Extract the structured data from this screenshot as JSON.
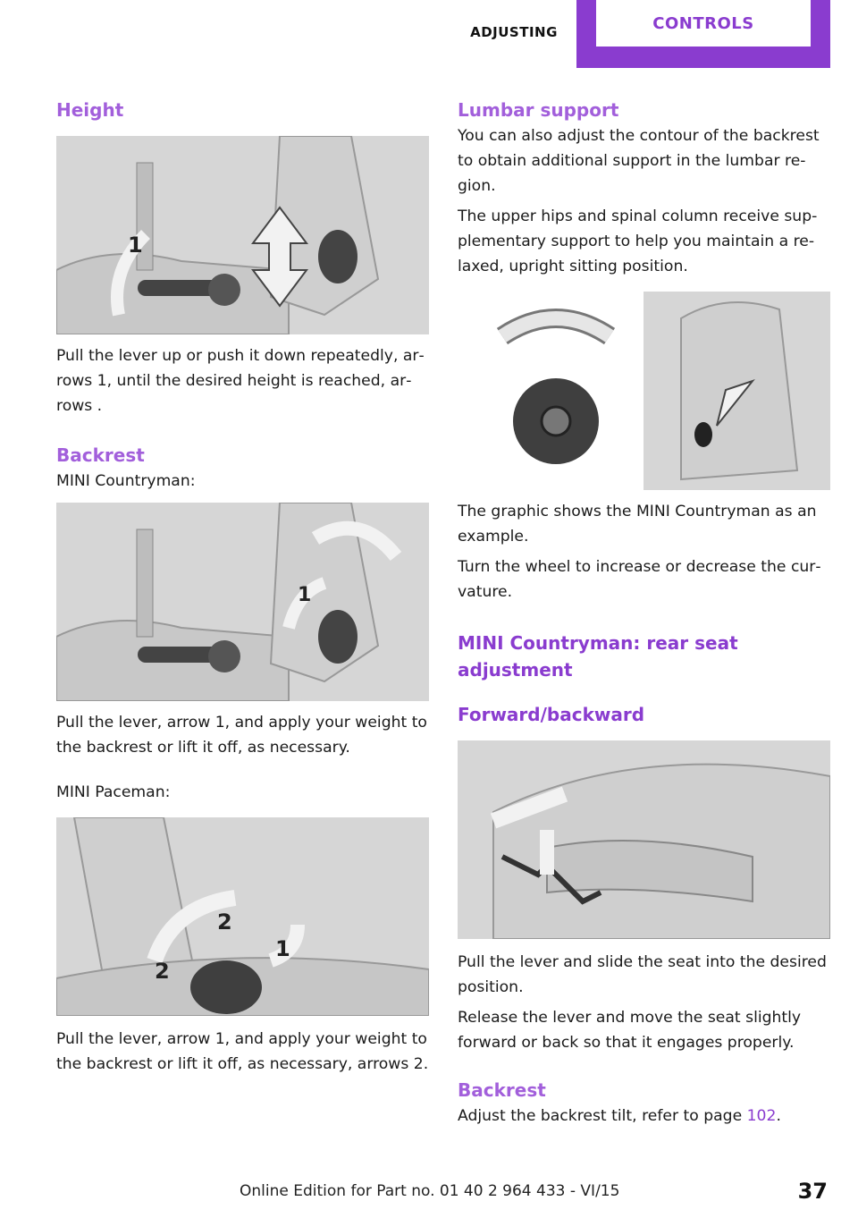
{
  "header": {
    "section": "ADJUSTING",
    "chapter": "CONTROLS"
  },
  "left": {
    "height_heading": "Height",
    "height_text": "Pull the lever up or push it down repeatedly, ar­rows 1, until the desired height is reached, ar­rows .",
    "backrest_heading": "Backrest",
    "countryman_label": "MINI Countryman:",
    "countryman_text": "Pull the lever, arrow 1, and apply your weight to the backrest or lift it off, as necessary.",
    "paceman_label": "MINI Paceman:",
    "paceman_text": "Pull the lever, arrow 1, and apply your weight to the backrest or lift it off, as necessary, ar­rows 2."
  },
  "right": {
    "lumbar_heading": "Lumbar support",
    "lumbar_text1": "You can also adjust the contour of the backrest to obtain additional support in the lumbar re­gion.",
    "lumbar_text2": "The upper hips and spinal column receive sup­plementary support to help you maintain a re­laxed, upright sitting position.",
    "lumbar_caption": "The graphic shows the MINI Countryman as an example.",
    "lumbar_text3": "Turn the wheel to increase or decrease the cur­vature.",
    "rear_heading": "MINI Countryman: rear seat adjustment",
    "fb_heading": "Forward/backward",
    "fb_text1": "Pull the lever and slide the seat into the desired position.",
    "fb_text2": "Release the lever and move the seat slightly forward or back so that it engages properly.",
    "backrest_heading": "Backrest",
    "backrest_text": "Adjust the backrest tilt, refer to page",
    "backrest_page_link": "102",
    "backrest_period": "."
  },
  "figures": {
    "height_arrow_label": "1",
    "countryman_arrow_label": "1",
    "paceman_arrow_1": "1",
    "paceman_arrow_2a": "2",
    "paceman_arrow_2b": "2"
  },
  "footer": {
    "edition": "Online Edition for Part no. 01 40 2 964 433 - VI/15",
    "page_number": "37"
  },
  "colors": {
    "accent": "#8a3ccf",
    "heading": "#a25fdb",
    "figure_bg": "#dcdcdc"
  }
}
